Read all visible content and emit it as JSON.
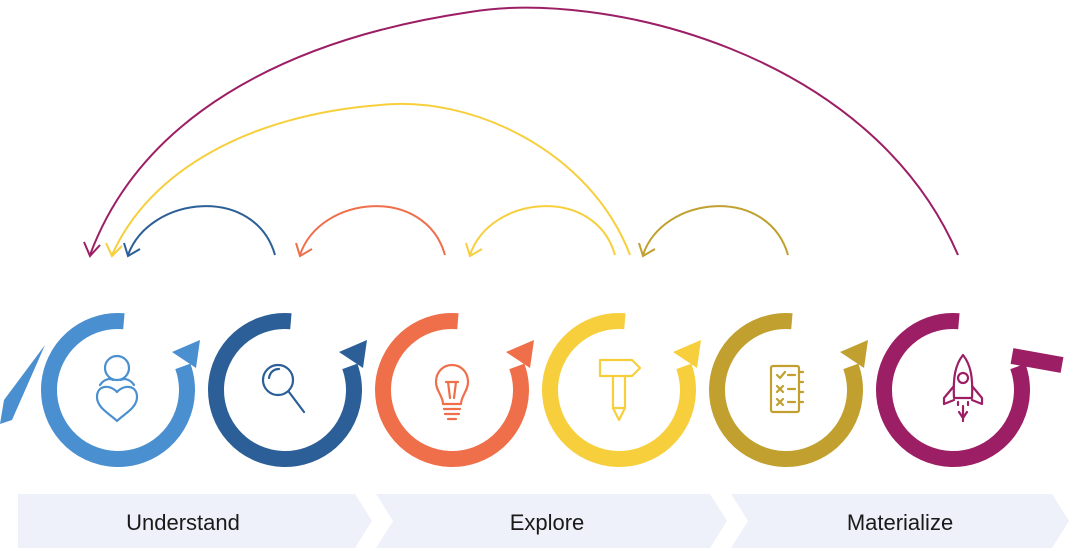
{
  "colors": {
    "c1": "#4a8fd0",
    "c2": "#2c5f97",
    "c3": "#ef6f4a",
    "c4": "#f7cf3d",
    "c5": "#c1a02f",
    "c6": "#9c1e64",
    "banner": "#eef1fa"
  },
  "stages": [
    {
      "icon": "heart-person-icon",
      "color": "c1"
    },
    {
      "icon": "magnifier-icon",
      "color": "c2"
    },
    {
      "icon": "lightbulb-icon",
      "color": "c3"
    },
    {
      "icon": "hammer-pencil-icon",
      "color": "c4"
    },
    {
      "icon": "checklist-icon",
      "color": "c5"
    },
    {
      "icon": "rocket-icon",
      "color": "c6"
    }
  ],
  "phases": [
    {
      "label": "Understand"
    },
    {
      "label": "Explore"
    },
    {
      "label": "Materialize"
    }
  ]
}
